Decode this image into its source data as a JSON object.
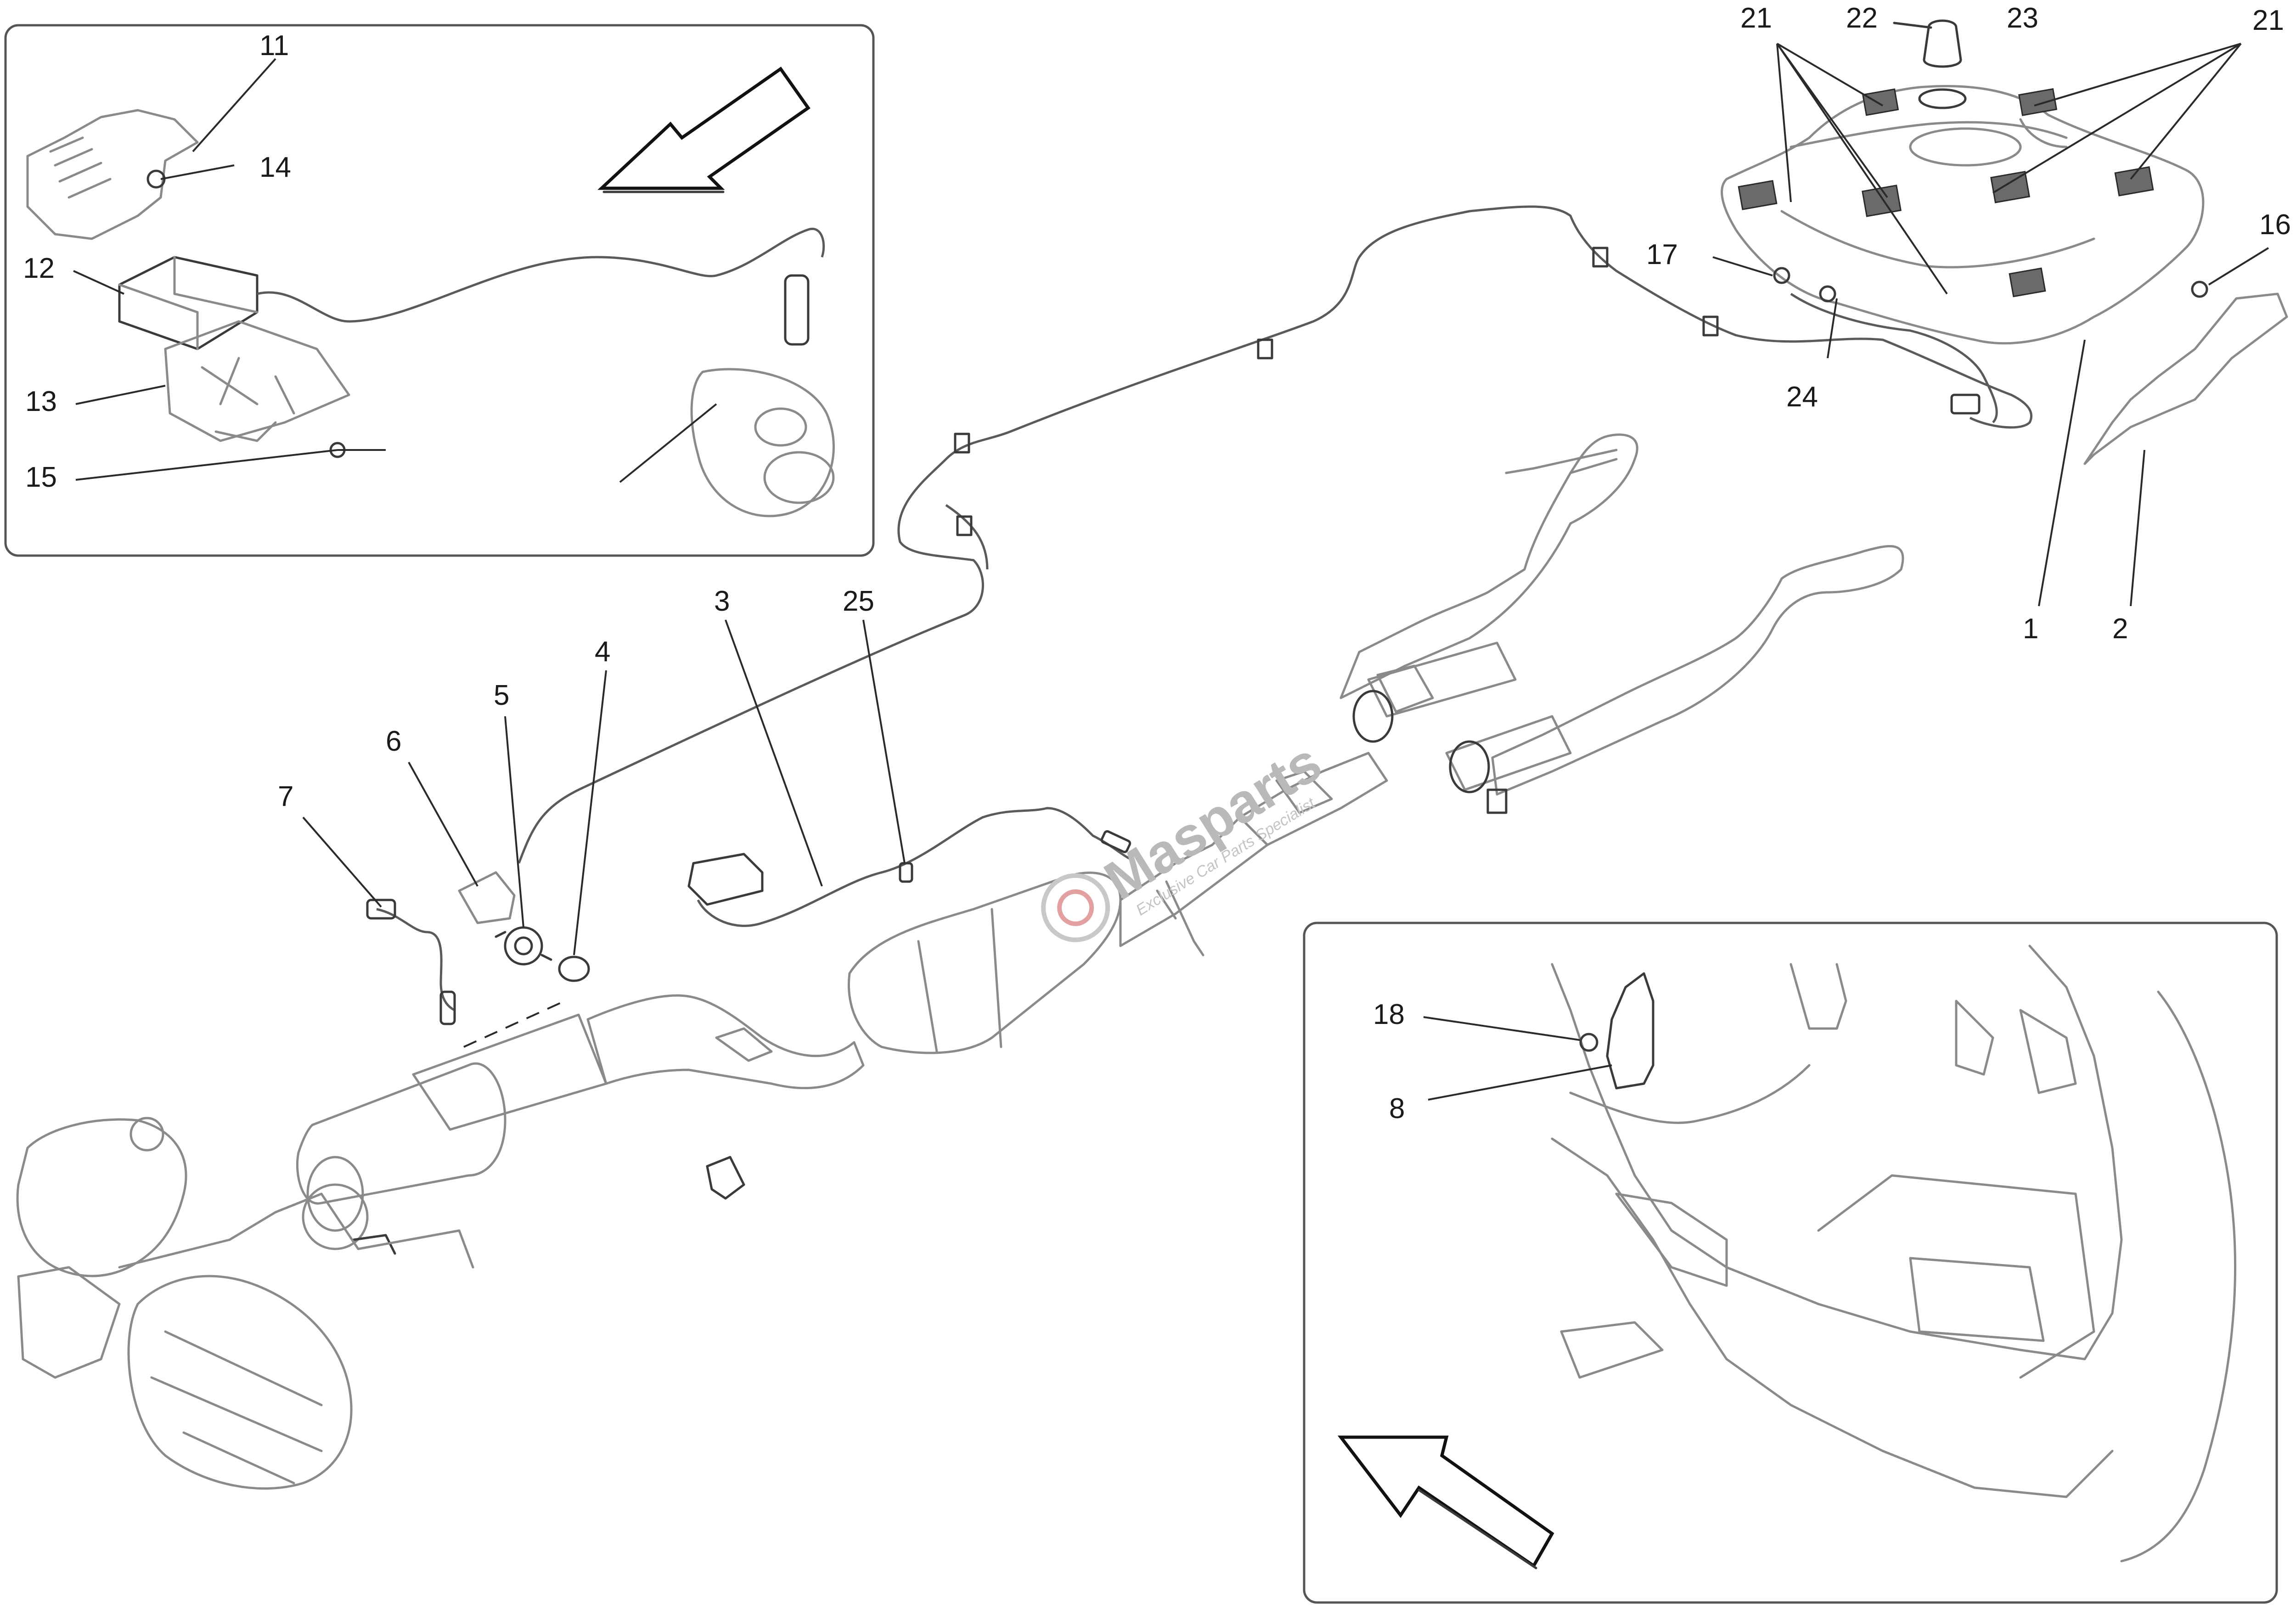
{
  "diagram": {
    "callouts": [
      {
        "id": "c1",
        "text": "1"
      },
      {
        "id": "c2",
        "text": "2"
      },
      {
        "id": "c3",
        "text": "3"
      },
      {
        "id": "c4",
        "text": "4"
      },
      {
        "id": "c5",
        "text": "5"
      },
      {
        "id": "c6",
        "text": "6"
      },
      {
        "id": "c7",
        "text": "7"
      },
      {
        "id": "c8",
        "text": "8"
      },
      {
        "id": "c11",
        "text": "11"
      },
      {
        "id": "c12",
        "text": "12"
      },
      {
        "id": "c13",
        "text": "13"
      },
      {
        "id": "c14",
        "text": "14"
      },
      {
        "id": "c15",
        "text": "15"
      },
      {
        "id": "c16",
        "text": "16"
      },
      {
        "id": "c17",
        "text": "17"
      },
      {
        "id": "c18",
        "text": "18"
      },
      {
        "id": "c21a",
        "text": "21"
      },
      {
        "id": "c21b",
        "text": "21"
      },
      {
        "id": "c22",
        "text": "22"
      },
      {
        "id": "c23",
        "text": "23"
      },
      {
        "id": "c24",
        "text": "24"
      },
      {
        "id": "c25",
        "text": "25"
      }
    ],
    "watermark": {
      "brand": "Masparts",
      "tagline": "Exclusive Car Parts Specialist"
    }
  }
}
